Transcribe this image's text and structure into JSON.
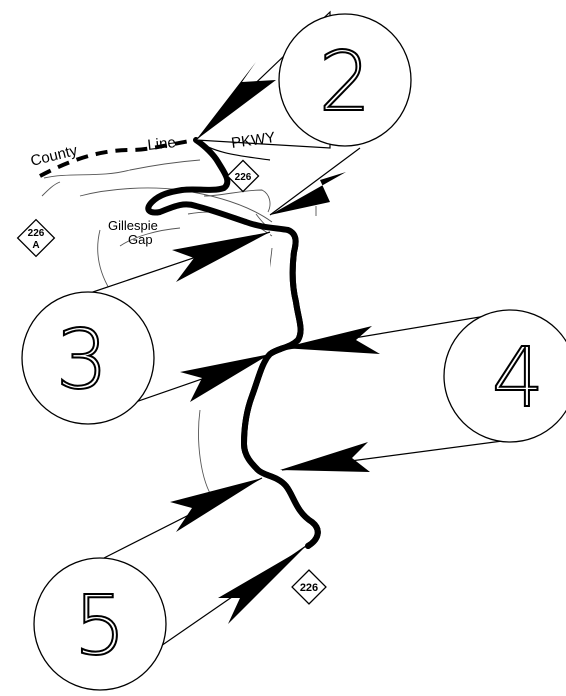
{
  "map": {
    "labels": {
      "county_line_left": "County",
      "county_line_right": "Line",
      "parkway": "PKWY",
      "gap_name_1": "Gillespie",
      "gap_name_2": "Gap"
    },
    "route_shields": [
      {
        "number": "226",
        "suffix": ""
      },
      {
        "number": "226",
        "suffix": "A"
      },
      {
        "number": "226",
        "suffix": ""
      }
    ],
    "viewpoints": [
      "2",
      "3",
      "4",
      "5"
    ]
  }
}
